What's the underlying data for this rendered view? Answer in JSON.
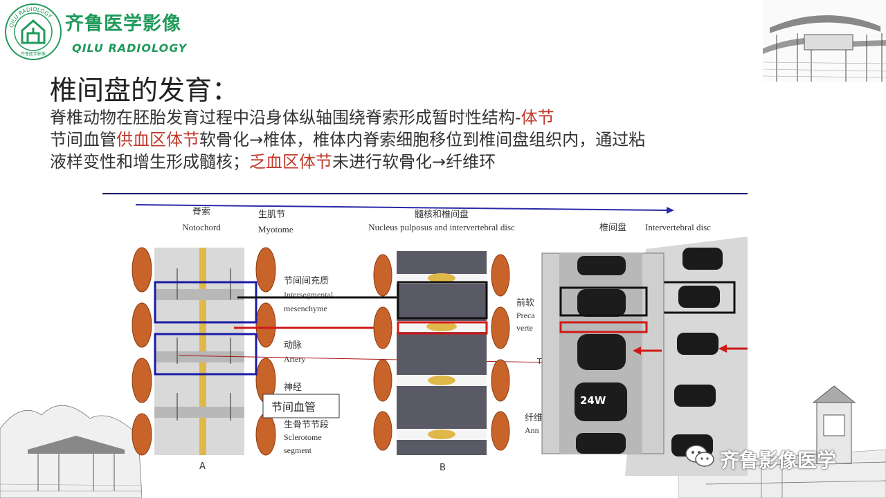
{
  "header": {
    "brand_cn": "齐鲁医学影像",
    "brand_en": "QILU RADIOLOGY",
    "logo_ring_text": "QILU RADIOLOGY",
    "logo_seal_text": "齐鲁医学影像"
  },
  "slide": {
    "title": "椎间盘的发育：",
    "line1_a": "脊椎动物在胚胎发育过程中沿身体纵轴围绕脊索形成暂时性结构-",
    "line1_b": "体节",
    "line2_a": "节间血管",
    "line2_b": "供血区体节",
    "line2_c": "软骨化→椎体，椎体内脊索细胞移位到椎间盘组织内，通过粘",
    "line3_a": "液样变性和增生形成髓核；",
    "line3_b": "乏血区体节",
    "line3_c": "未进行软骨化→纤维环"
  },
  "figure": {
    "labels": {
      "notochord_cn": "脊索",
      "notochord_en": "Notochord",
      "myotome_cn": "生肌节",
      "myotome_en": "Myotome",
      "np_cn": "髓核和椎间盘",
      "np_en": "Nucleus pulposus and intervertebral disc",
      "ivd_cn": "椎间盘",
      "ivd_en": "Intervertebral disc",
      "mes_cn": "节间间充质",
      "mes_en1": "Intersegmental",
      "mes_en2": "mesenchyme",
      "artery_cn": "动脉",
      "artery_en": "Artery",
      "nerve_cn": "神经",
      "sclero_cn": "生骨节节段",
      "sclero_en1": "Sclerotome",
      "sclero_en2": "segment",
      "precart_cn": "前软",
      "precart_en1": "Preca",
      "precart_en2": "verte",
      "annulus_cn": "纤维",
      "annulus_en": "Ann",
      "t_mark": "T",
      "box_label": "节间血管",
      "panel_a": "A",
      "panel_b": "B",
      "age": "24W"
    }
  },
  "watermark": {
    "text": "齐鲁影像医学"
  },
  "colors": {
    "brand_green": "#1f9a5a",
    "accent_red": "#c0392b",
    "box_blue": "#1a1aa8",
    "arrow_red": "#d01818"
  }
}
